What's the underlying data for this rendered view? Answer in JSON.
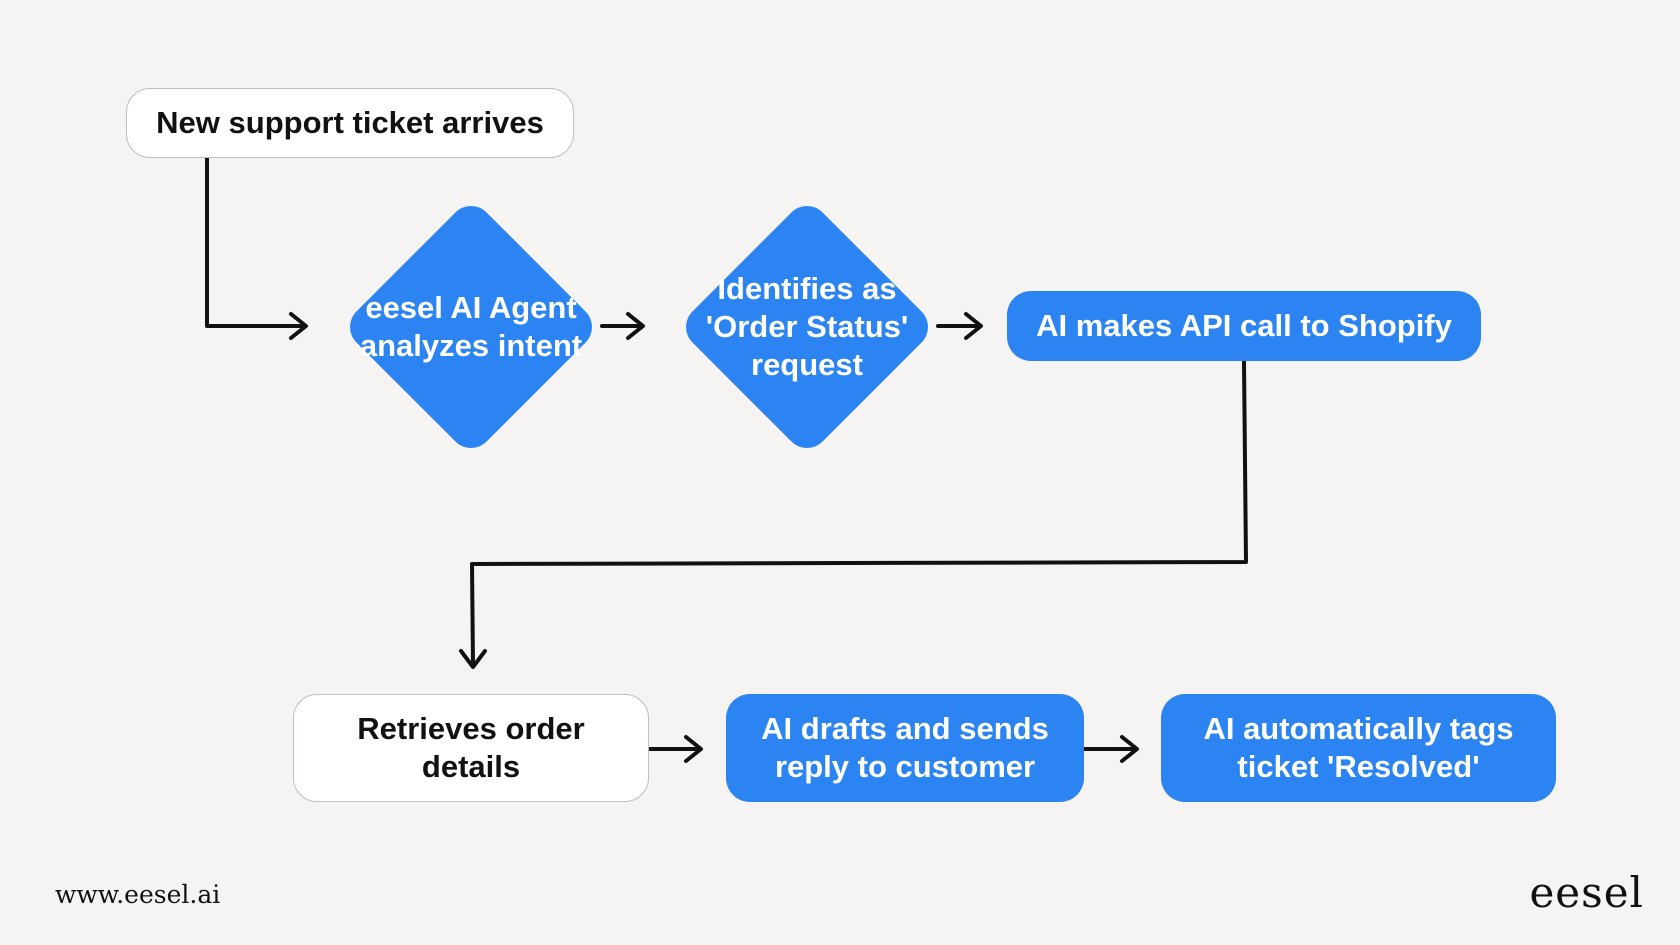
{
  "diagram": {
    "nodes": {
      "new_ticket": "New support ticket arrives",
      "analyze_intent": "eesel AI Agent analyzes intent",
      "identify_status": "Identifies as 'Order Status' request",
      "api_call": "AI makes API call to Shopify",
      "retrieve_order": "Retrieves order details",
      "draft_reply": "AI drafts and sends reply to customer",
      "tag_resolved": "AI automatically tags ticket 'Resolved'"
    },
    "colors": {
      "accent": "#2b84f1",
      "background": "#f5f4f2",
      "node_border": "#bdbdbd",
      "connector": "#111111"
    }
  },
  "footer": {
    "url": "www.eesel.ai",
    "logo": "eesel"
  }
}
